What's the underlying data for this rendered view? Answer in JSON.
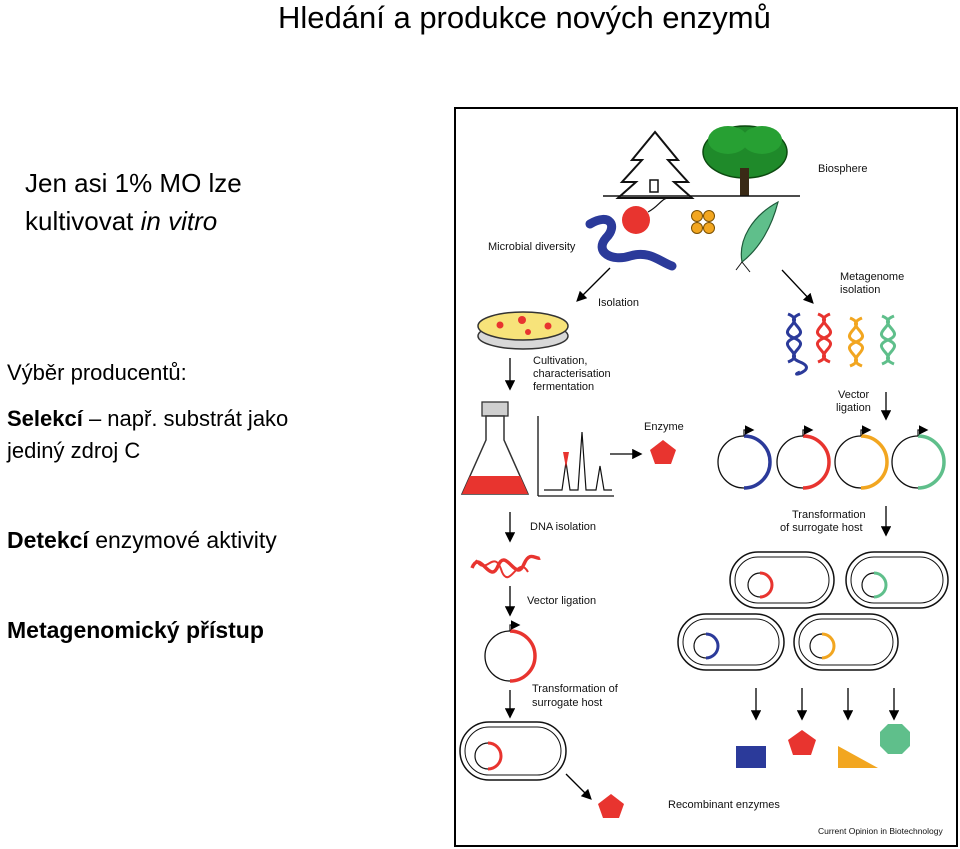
{
  "title": "Hledání a produkce nových enzymů",
  "left": {
    "mo_line1": "Jen asi 1% MO lze",
    "mo_line2_prefix": "kultivovat ",
    "mo_line2_italic": "in vitro",
    "vyber": "Výběr producentů:",
    "selekci_bold": "Selekcí",
    "selekci_rest": " – např. substrát jako",
    "zdroj": "jediný zdroj C",
    "detekci_bold": "Detekcí",
    "detekci_rest": " enzymové aktivity",
    "metagenomicky": "Metagenomický přístup"
  },
  "diagram": {
    "biosphere": "Biosphere",
    "microbial_diversity": "Microbial diversity",
    "isolation": "Isolation",
    "metagenome_line1": "Metagenome",
    "metagenome_line2": "isolation",
    "cultivation_line1": "Cultivation,",
    "cultivation_line2": "characterisation",
    "cultivation_line3": "fermentation",
    "vector_ligation_right_1": "Vector",
    "vector_ligation_right_2": "ligation",
    "enzyme": "Enzyme",
    "dna_isolation": "DNA isolation",
    "transformation_right_1": "Transformation",
    "transformation_right_2": "of surrogate host",
    "vector_ligation_left": "Vector ligation",
    "transformation_left_1": "Transformation of",
    "transformation_left_2": "surrogate host",
    "recombinant_enzymes": "Recombinant enzymes",
    "credit": "Current Opinion in Biotechnology"
  },
  "colors": {
    "red": "#e8342f",
    "blue": "#2b3a9a",
    "orange": "#f2a620",
    "green": "#5fbf8b",
    "tree_green": "#1f8a2a",
    "petri_yellow": "#f7e37a"
  }
}
